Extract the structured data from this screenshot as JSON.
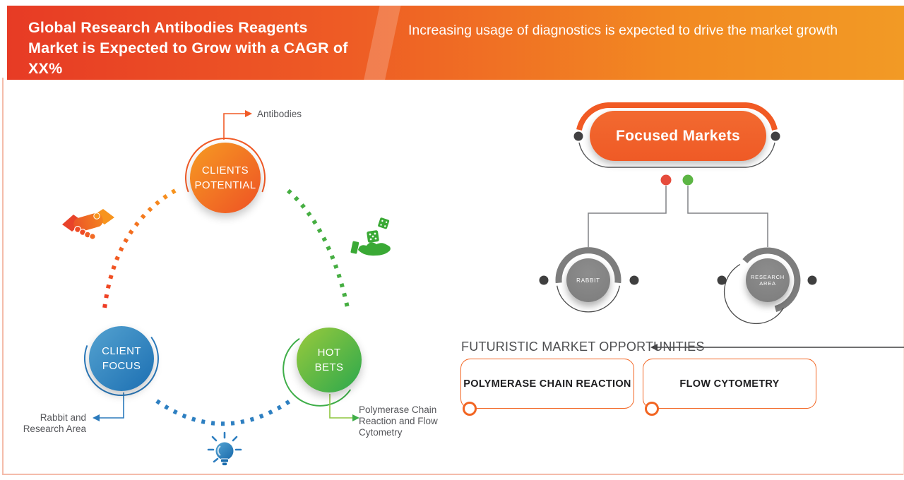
{
  "banner": {
    "title": "Global Research Antibodies Reagents Market is Expected to Grow with a CAGR of XX%",
    "subtitle": "Increasing usage of diagnostics is expected to drive the market growth",
    "bg_gradient_left": "#e73b25",
    "bg_gradient_right": "#f29a25",
    "text_color": "#ffffff"
  },
  "cycle": {
    "nodes": [
      {
        "id": "clients-potential",
        "label": "CLIENTS\nPOTENTIAL",
        "callout": "Antibodies",
        "color_from": "#f69b22",
        "color_to": "#ee5125",
        "icon": "handshake-icon"
      },
      {
        "id": "client-focus",
        "label": "CLIENT\nFOCUS",
        "callout": "Rabbit and\nResearch Area",
        "color_from": "#54a2d0",
        "color_to": "#1c6fb2",
        "icon": "lightbulb-icon"
      },
      {
        "id": "hot-bets",
        "label": "HOT\nBETS",
        "callout": "Polymerase Chain\nReaction and Flow\nCytometry",
        "color_from": "#9aca3c",
        "color_to": "#2ba84d",
        "icon": "dice-hand-icon"
      }
    ]
  },
  "focused_markets": {
    "title": "Focused Markets",
    "pill_color": "#ef5a26",
    "connector_dot_colors": [
      "#e64c3c",
      "#5cb544"
    ],
    "children": [
      {
        "label": "RABBIT"
      },
      {
        "label": "RESEARCH AREA"
      }
    ]
  },
  "opportunities": {
    "heading": "FUTURISTIC MARKET OPPORTUNITIES",
    "box_border_color": "#f26522",
    "items": [
      {
        "label": "POLYMERASE CHAIN REACTION"
      },
      {
        "label": "FLOW CYTOMETRY"
      }
    ]
  }
}
